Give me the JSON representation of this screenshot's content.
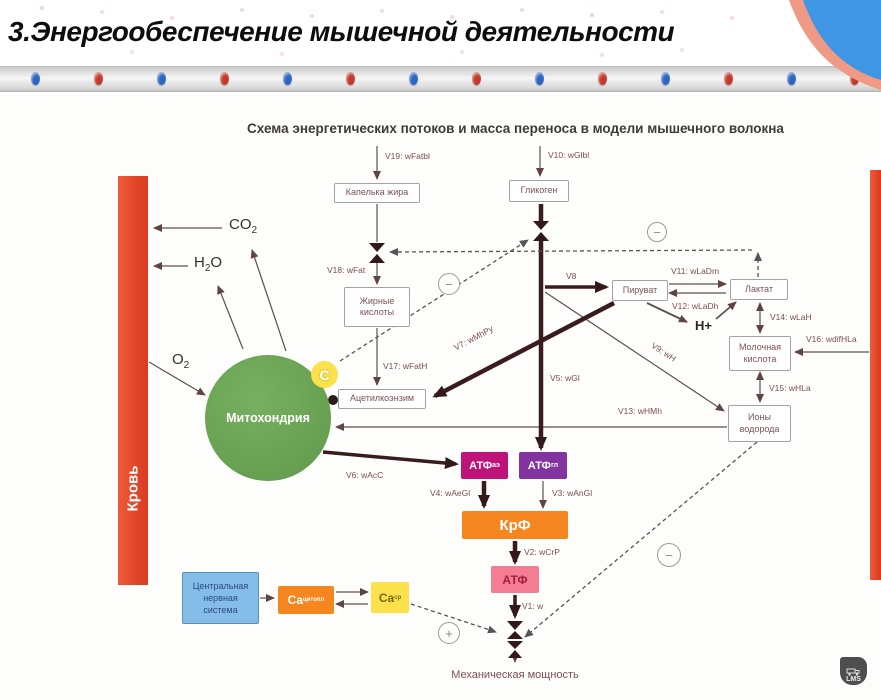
{
  "slide": {
    "title": "3.Энергообеспечение мышечной деятельности",
    "diagram_title": "Схема энергетических потоков и масса переноса в модели мышечного волокна"
  },
  "blood": {
    "label": "Кровь"
  },
  "molecules": {
    "co2": {
      "base": "CO",
      "sub": "2"
    },
    "h2o": {
      "base": "H",
      "sub": "2",
      "tail": "O"
    },
    "o2": {
      "base": "O",
      "sub": "2"
    },
    "h_plus": "H+"
  },
  "nodes": {
    "fat_droplet": "Капелька жира",
    "glycogen": "Гликоген",
    "fatty_acids": "Жирные кислоты",
    "acetyl_coa": "Ацетилкоэнзим",
    "pyruvate": "Пируват",
    "lactate": "Лактат",
    "lactic_acid": "Молочная кислота",
    "hydrogen_ions": "Ионы водорода",
    "mitochondria": "Митохондрия",
    "citrate_badge": "C",
    "atp_aerobic": {
      "base": "АТФ",
      "sub": "аэ"
    },
    "atp_glycolytic": {
      "base": "АТФ",
      "sub": "гл"
    },
    "creatine_phosphate": "КрФ",
    "atp": "АТФ",
    "cns": "Центральная нервная система",
    "ca_cytoplasm": {
      "base": "Ca",
      "sub": "цитопл"
    },
    "ca_sr": {
      "base": "Ca",
      "sub": "ср"
    },
    "mechanical_power": "Механическая мощность"
  },
  "flows": {
    "v1": "V1: w",
    "v2": "V2: wCrP",
    "v3": "V3: wAnGl",
    "v4": "V4: wAeGl",
    "v5": "V5: wGl",
    "v6": "V6: wAcC",
    "v7": "V7: wMhPy",
    "v8": "V8",
    "v9": "V9: wH",
    "v10": "V10: wGlbl",
    "v11": "V11: wLaDm",
    "v12": "V12: wLaDh",
    "v13": "V13: wHMh",
    "v14": "V14: wLaH",
    "v15": "V15: wHLa",
    "v16": "V16: wdifHLa",
    "v17": "V17: wFatH",
    "v18": "V18: wFat",
    "v19": "V19: wFatbl"
  },
  "signs": {
    "plus": "+",
    "minus": "−"
  },
  "watermark": "LMS",
  "header": {
    "dot_colors": [
      "#2b66c2",
      "#c23a2b",
      "#2b66c2",
      "#c23a2b",
      "#2b66c2",
      "#c23a2b",
      "#2b66c2",
      "#c23a2b",
      "#2b66c2",
      "#c23a2b",
      "#2b66c2",
      "#c23a2b",
      "#2b66c2",
      "#c23a2b"
    ]
  },
  "colors": {
    "blood_bar": "#e8492d",
    "mitochondria": "#6aa353",
    "atp_aerobic": "#c01379",
    "atp_glycolytic": "#8333a0",
    "creatine_phosphate": "#f6861f",
    "atp_contraction": "#f47d93",
    "cns": "#85bde9",
    "ca_cytoplasm": "#f6861f",
    "ca_sr": "#fbe14b",
    "corner_blue": "#3f96e4",
    "corner_salmon": "#ef9a85",
    "flow_thin": "#5f5050",
    "flow_thick": "#3a1c1c"
  }
}
